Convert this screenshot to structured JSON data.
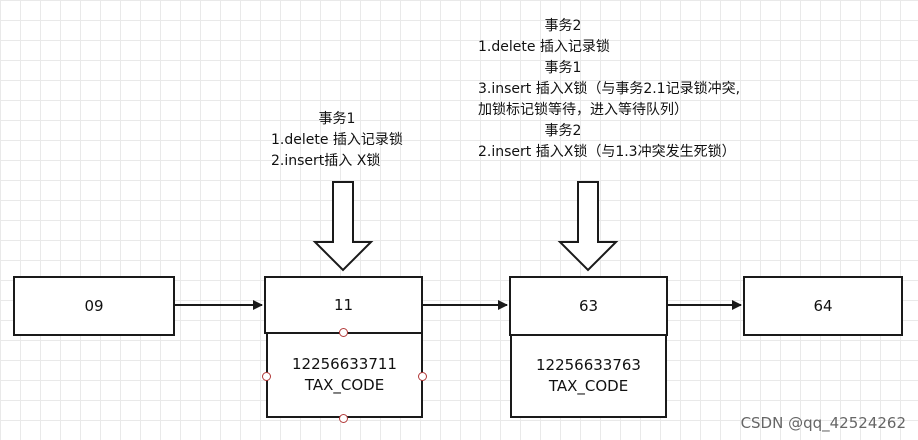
{
  "nodes": {
    "n09": "09",
    "n11": "11",
    "n63": "63",
    "n64": "64"
  },
  "records": {
    "r11": {
      "value": "12256633711",
      "field": "TAX_CODE"
    },
    "r63": {
      "value": "12256633763",
      "field": "TAX_CODE"
    }
  },
  "note_left": {
    "title": "事务1",
    "line1": "1.delete 插入记录锁",
    "line2": "2.insert插入 X锁"
  },
  "note_right": {
    "title1": "事务2",
    "line1": "1.delete 插入记录锁",
    "title2": "事务1",
    "line2": "3.insert 插入X锁（与事务2.1记录锁冲突,",
    "line3": "加锁标记锁等待，进入等待队列）",
    "title3": "事务2",
    "line4": "2.insert 插入X锁（与1.3冲突发生死锁）"
  },
  "watermark": "CSDN @qq_42524262",
  "colors": {
    "stroke": "#1a1a1a",
    "handle": "#b23a3a",
    "grid": "#e9e9e9"
  }
}
